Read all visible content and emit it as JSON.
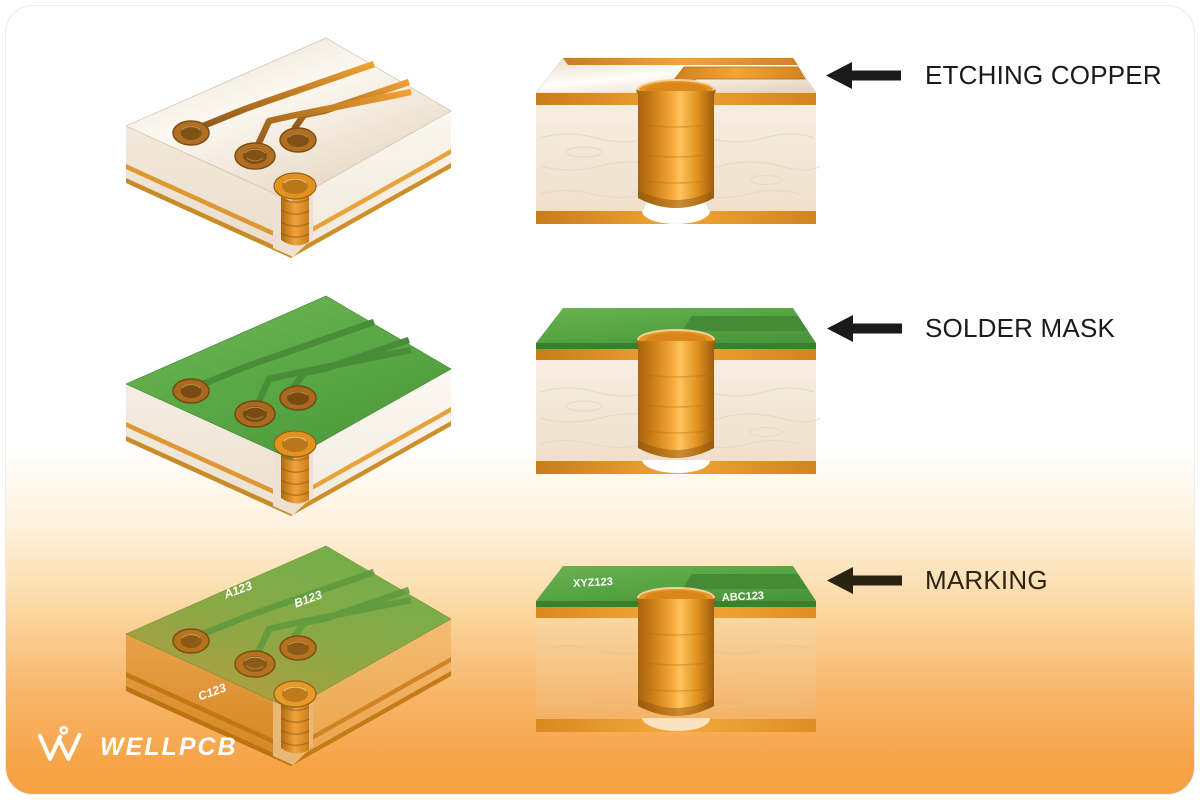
{
  "steps": [
    {
      "label": "ETCHING COPPER"
    },
    {
      "label": "SOLDER MASK"
    },
    {
      "label": "MARKING"
    }
  ],
  "board_markings": {
    "m1": "A123",
    "m2": "B123",
    "m3": "C123"
  },
  "cross_section_markings": {
    "left": "XYZ123",
    "right": "ABC123"
  },
  "logo": {
    "text": "WELLPCB"
  },
  "colors": {
    "copper": "#F0A036",
    "copper_dark": "#B5651D",
    "substrate_cream": "#F3E8D9",
    "solder_mask_green": "#55A23E",
    "background_orange": "#F7A144",
    "arrow": "#1A1A1A",
    "marking_text": "#FFFFFF"
  }
}
